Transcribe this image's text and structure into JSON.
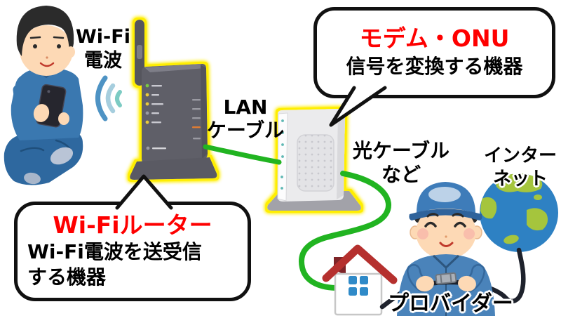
{
  "labels": {
    "wifi_signal": {
      "line1": "Wi-Fi",
      "line2": "電波"
    },
    "lan_cable": {
      "line1": "LAN",
      "line2": "ケーブル"
    },
    "optical_cable": {
      "line1": "光ケーブル",
      "line2": "など"
    },
    "internet": {
      "line1": "インター",
      "line2": "ネット"
    },
    "provider": "プロバイダー"
  },
  "bubbles": {
    "router": {
      "title": "Wi-Fiルーター",
      "desc_line1": "Wi-Fi電波を送受信",
      "desc_line2": "する機器"
    },
    "modem": {
      "title": "モデム・ONU",
      "desc": "信号を変換する機器"
    }
  },
  "colors": {
    "title_red": "#fe0000",
    "text_black": "#000000",
    "cable_green": "#21b421",
    "cable_black": "#1e222c",
    "device_glow_yellow": "#ffee00",
    "router_gray": "#5f5f68",
    "modem_white": "#ebebed",
    "wifi_wave_blue": "#4e93c4",
    "wifi_wave_light": "#a6cede",
    "wifi_wave_teal": "#7ccbc3",
    "globe_sea_blue": "#2e81c3",
    "globe_land_green": "#a5c53d",
    "house_roof_red": "#b5302e",
    "worker_blue": "#4a83ba"
  },
  "illustrations": [
    {
      "name": "man-with-smartphone-illustration"
    },
    {
      "name": "wifi-waves-icon"
    },
    {
      "name": "wifi-router-device"
    },
    {
      "name": "modem-onu-device"
    },
    {
      "name": "house-icon"
    },
    {
      "name": "worker-holding-cable-illustration"
    },
    {
      "name": "internet-globe-icon"
    }
  ]
}
